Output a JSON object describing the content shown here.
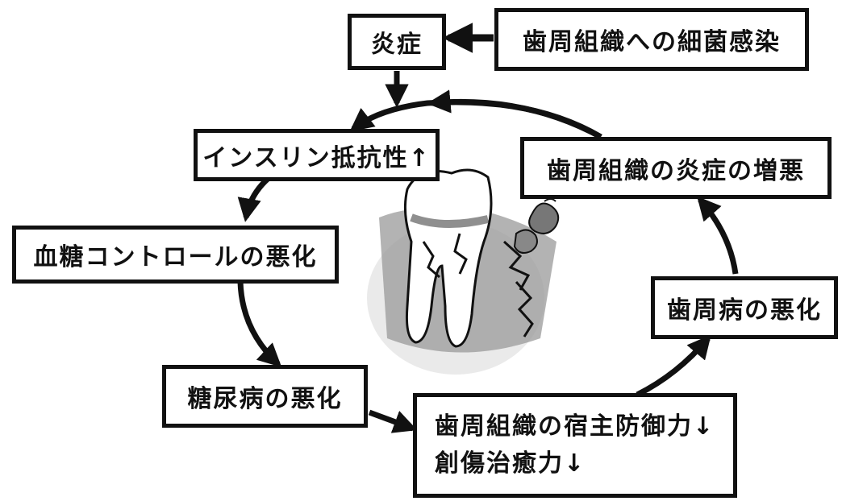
{
  "nodes": {
    "inflammation": "炎症",
    "bacterial_infection": "歯周組織への細菌感染",
    "insulin_resistance": "インスリン抵抗性↑",
    "periodontal_inflammation_worsening": "歯周組織の炎症の増悪",
    "glycemic_control_worsening": "血糖コントロールの悪化",
    "periodontal_disease_worsening": "歯周病の悪化",
    "diabetes_worsening": "糖尿病の悪化",
    "host_defense_line1": "歯周組織の宿主防御力↓",
    "host_defense_line2": "創傷治癒力↓"
  },
  "colors": {
    "ink": "#111111",
    "background": "#ffffff",
    "gum": "#8a8a8a",
    "tooth": "#ffffff"
  },
  "illustration": "tooth-with-periodontal-disease"
}
